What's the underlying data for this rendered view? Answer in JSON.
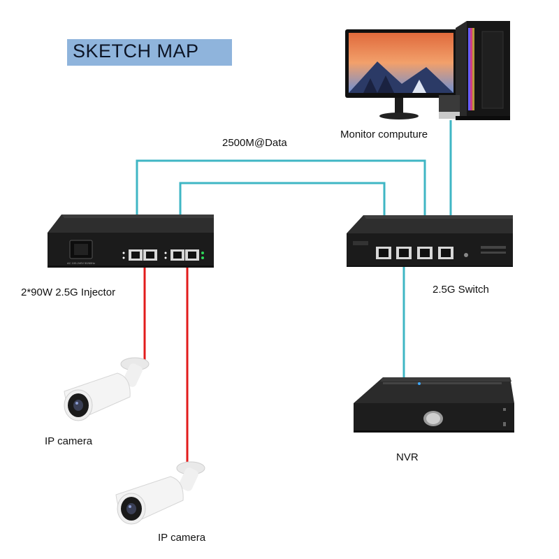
{
  "title": "SKETCH MAP",
  "labels": {
    "monitor": "Monitor computure",
    "data_link": "2500M@Data",
    "injector": "2*90W 2.5G Injector",
    "switch": "2.5G Switch",
    "camera_1": "IP camera",
    "camera_2": "IP camera",
    "nvr": "NVR"
  },
  "colors": {
    "data_cable": "#3fb6c4",
    "poe_cable": "#e21b1b",
    "title_bg": "#8fb4dc",
    "device_body": "#1b1b1b"
  },
  "icons": {
    "monitor": "desktop-monitor-icon",
    "tower": "pc-tower-icon",
    "injector": "poe-injector-icon",
    "switch": "network-switch-icon",
    "camera": "bullet-camera-icon",
    "nvr": "nvr-recorder-icon"
  }
}
